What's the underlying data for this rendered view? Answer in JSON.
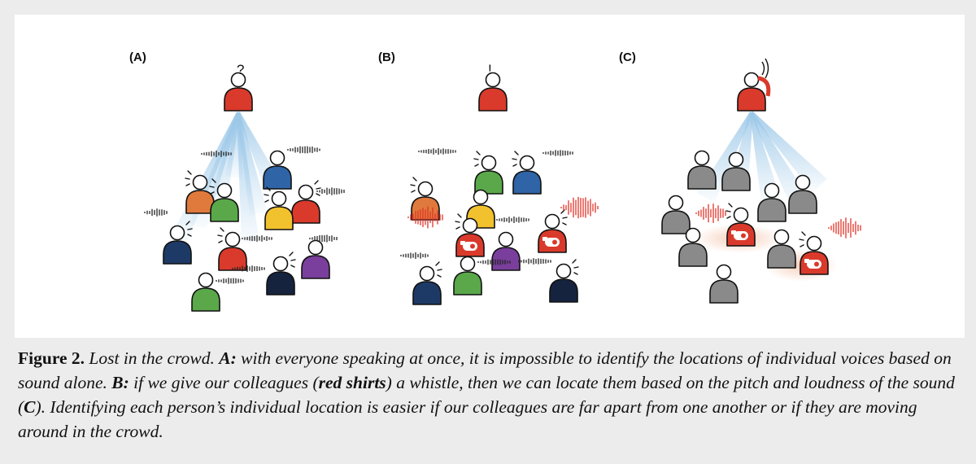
{
  "panels": [
    {
      "letter": "(A)",
      "mark": "?"
    },
    {
      "letter": "(B)",
      "mark": "!"
    },
    {
      "letter": "(C)",
      "mark": ""
    }
  ],
  "colors": {
    "red": "#d93a2b",
    "orange": "#e07a3c",
    "green": "#5aa84a",
    "blue": "#2f64a6",
    "yellow": "#f2c12e",
    "navy": "#1d3a66",
    "purple": "#7a3f9c",
    "darknavy": "#15233f",
    "gray": "#8a8a8a",
    "beam_blue": "#9cc8e8",
    "glow": "#f6d4c4",
    "sound_red": "#e0342a"
  },
  "caption": {
    "label": "Figure 2.",
    "s1": " Lost in the crowd. ",
    "a_label": "A:",
    "s2": " with everyone speaking at once, it is impossible to identify the locations of individual voices based on sound alone. ",
    "b_label": "B:",
    "s3": " if we give our colleagues (",
    "red_shirts": "red shirts",
    "s4": ") a whistle, then we can locate them based on the pitch and loudness of the sound (",
    "c_label": "C",
    "s5": "). Identifying each person’s individual location is easier if our colleagues are far apart from one another or if they are moving around in the crowd."
  }
}
